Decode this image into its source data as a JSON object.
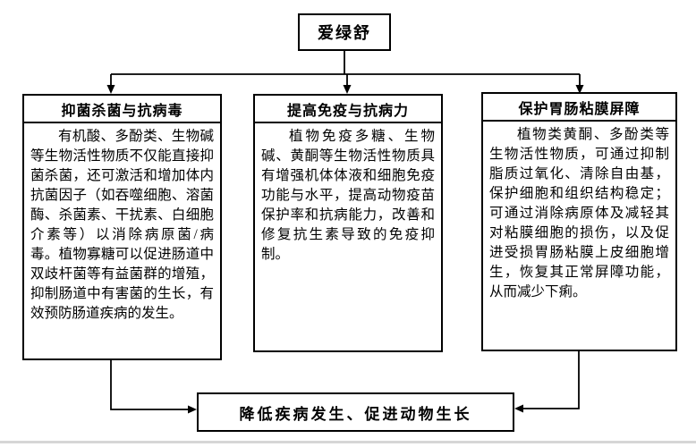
{
  "diagram": {
    "root": {
      "label": "爱绿舒"
    },
    "branches": [
      {
        "title": "抑菌杀菌与抗病毒",
        "body": "有机酸、多酚类、生物碱等生物活性物质不仅能直接抑菌杀菌，还可激活和增加体内抗菌因子（如吞噬细胞、溶菌酶、杀菌素、干扰素、白细胞介素等）以消除病原菌/病毒。植物寡糖可以促进肠道中双歧杆菌等有益菌群的增殖，抑制肠道中有害菌的生长，有效预防肠道疾病的发生。"
      },
      {
        "title": "提高免疫与抗病力",
        "body": "植物免疫多糖、生物碱、黄酮等生物活性物质具有增强机体体液和细胞免疫功能与水平，提高动物疫苗保护率和抗病能力，改善和修复抗生素导致的免疫抑制。"
      },
      {
        "title": "保护胃肠粘膜屏障",
        "body": "植物类黄酮、多酚类等生物活性物质，可通过抑制脂质过氧化、清除自由基，保护细胞和组织结构稳定；可通过消除病原体及减轻其对粘膜细胞的损伤，以及促进受损胃肠粘膜上皮细胞增生，恢复其正常屏障功能，从而减少下痢。"
      }
    ],
    "outcome": {
      "label": "降低疾病发生、促进动物生长"
    },
    "colors": {
      "line": "#000000",
      "border": "#000000",
      "background": "#ffffff",
      "bottom_rule": "#d6d6d6"
    }
  }
}
